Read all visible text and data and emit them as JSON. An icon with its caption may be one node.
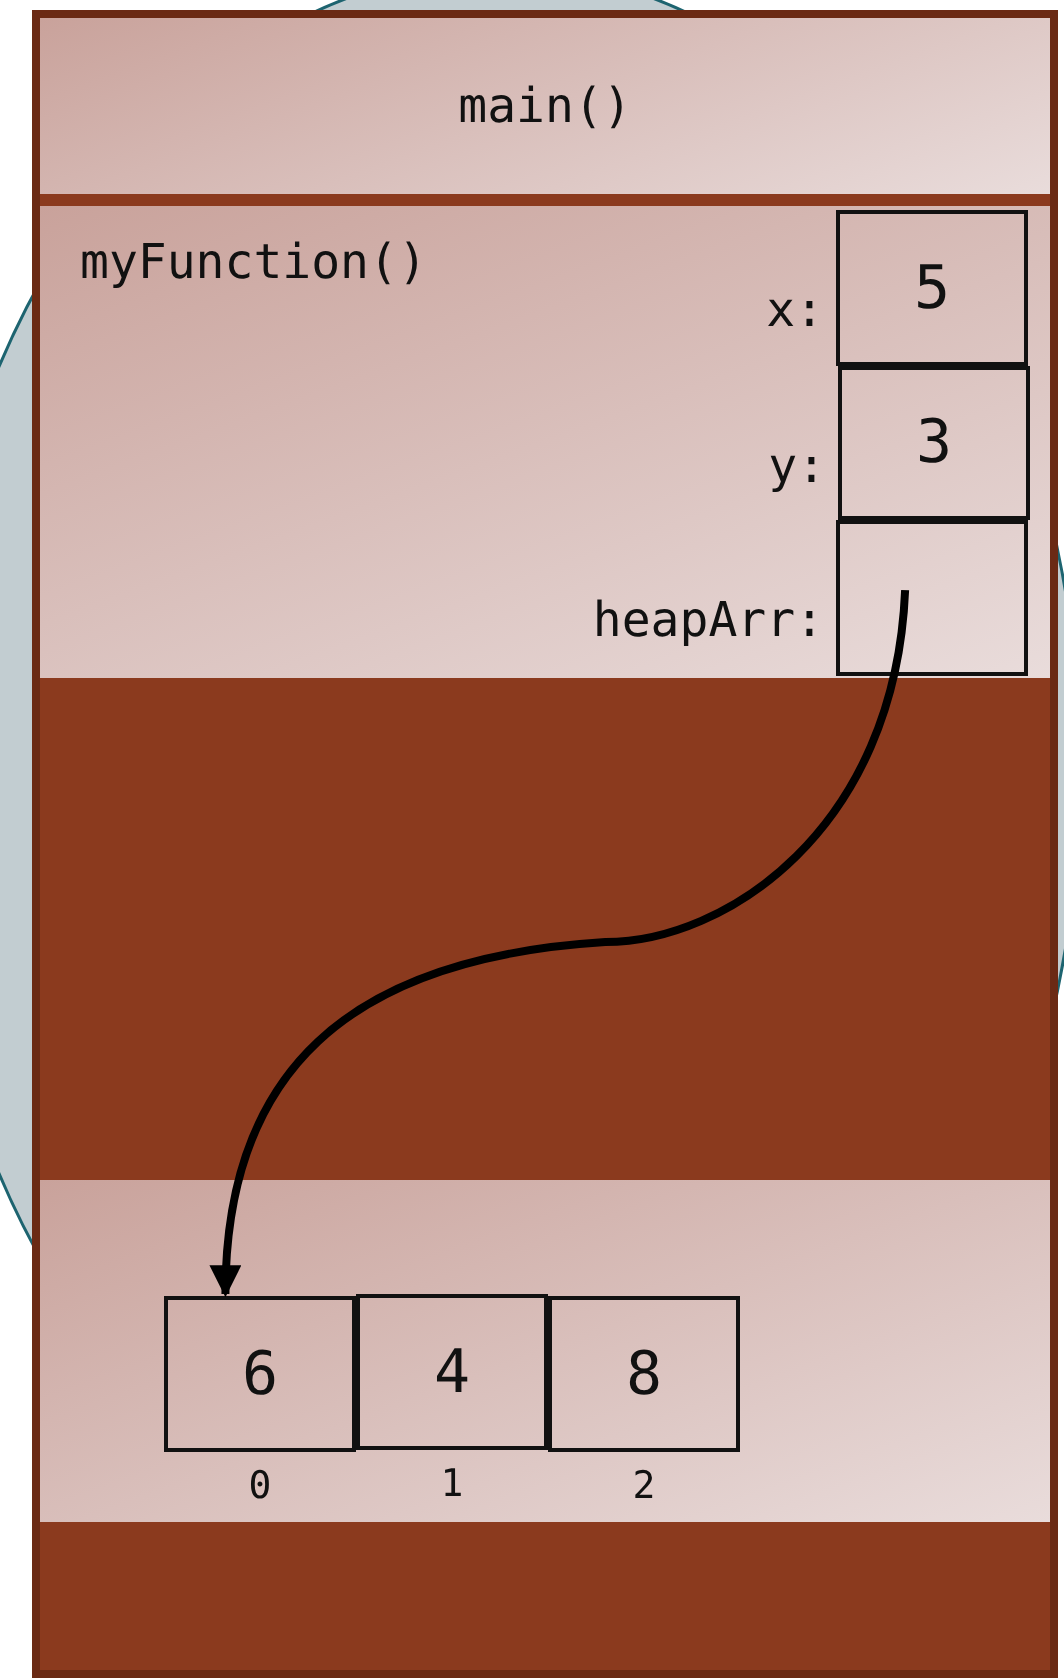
{
  "diagram": {
    "nodes": [
      {
        "text": [
          "main()"
        ]
      },
      {
        "text": [
          "myFunction()"
        ]
      },
      {
        "text": [
          "5"
        ],
        "in": 1,
        "beside": [
          "x:"
        ]
      },
      {
        "text": [
          "3"
        ],
        "in": 1,
        "beside": [
          "y:"
        ]
      },
      {
        "text": [],
        "shape": "box",
        "in": 1,
        "beside": [
          "heapArr:"
        ]
      },
      {
        "text": [],
        "shape": "box"
      },
      {
        "text": [
          "6"
        ],
        "in": 5,
        "beside": [
          "0"
        ]
      },
      {
        "text": [
          "4"
        ],
        "in": 5,
        "beside": [
          "1"
        ]
      },
      {
        "text": [
          "8"
        ],
        "in": 5,
        "beside": [
          "2"
        ]
      }
    ],
    "edges": [
      {
        "from": 4,
        "to": 6,
        "arrow": "to"
      }
    ]
  }
}
